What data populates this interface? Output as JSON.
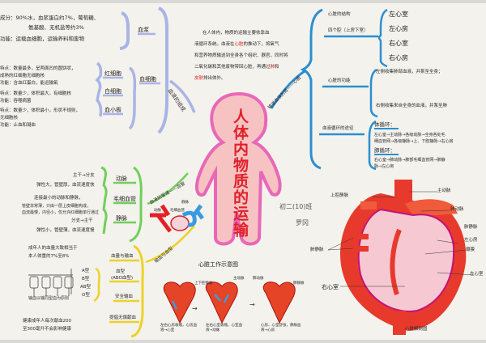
{
  "title": "人体内物质的运输",
  "intro": {
    "line1": "在人体内，物质的运输主要依靠血",
    "line2": "液循环系统。血液在",
    "highlight1": "心脏",
    "line2b": "的推动下，将氧气",
    "line3": "和营养物质输送到全身各个组织、器官，同时将",
    "line4": "二氧化碳和其他废物带回心脏，再通过",
    "highlight2": "肺",
    "line4b": "和",
    "highlight3": "皮肤",
    "line5": "排出体外。"
  },
  "blood": {
    "plasma_label": "血浆",
    "plasma_composition": "成分：90%水，血浆蛋白约7%，葡萄糖、",
    "plasma_composition2": "氨基酸、无机盐等约3%",
    "plasma_function": "功能：运载血细胞，运输养料和废物",
    "cells_label": "血细胞",
    "branch_label": "血液的组成",
    "rbc": {
      "label": "红细胞",
      "feature": "特点：数量最多，呈两面凹的圆饼状，",
      "feature2": "成熟的红细胞无细胞核",
      "function": "功能：含血红蛋白，能运输氧"
    },
    "wbc": {
      "label": "白细胞",
      "feature": "特点：数量少，体积最大，有细胞核",
      "function": "功能：吞噬病菌"
    },
    "platelet": {
      "label": "血小板",
      "feature": "特点：数量少，体积最小，形状不规则，",
      "feature2": "无细胞核",
      "function": "功能：止血和凝血"
    }
  },
  "vessels": {
    "branch_label": "血液的管道——血管",
    "artery": {
      "label": "动脉",
      "desc1": "主干→分支",
      "desc2": "弹性大，管壁厚，血流速度快"
    },
    "capillary": {
      "label": "毛细血管",
      "desc1": "连接最小的动脉和静脉，",
      "desc2": "管壁非常薄，只由一层上皮细胞构成，",
      "desc3": "血流最慢，内径小，仅允许红细胞单行通过"
    },
    "vein": {
      "label": "静脉",
      "desc1": "分支→主干",
      "desc2": "弹性小，管壁薄，血流速度慢"
    },
    "diagram_labels": [
      "动脉",
      "毛细血管",
      "静脉"
    ]
  },
  "transfusion": {
    "branch_label": "输血与血型",
    "blood_volume": {
      "label": "血量与输血",
      "desc1": "成年人的血量大致相当于",
      "desc2": "本人体重的7%至8%"
    },
    "blood_type": {
      "label": "血型",
      "label2": "(ABO血型)",
      "types": [
        "A型",
        "B型",
        "AB型",
        "O型"
      ],
      "caption": "输血以输同型血为原则"
    },
    "safe": {
      "label": "安全输血"
    },
    "donation": {
      "label": "提倡无偿献血",
      "desc1": "健康成年人每次献血200",
      "desc2": "至300毫升不会影响健康"
    }
  },
  "heart": {
    "branch_label": "输送血液的泵——心脏",
    "structure": {
      "label": "心脏的结构",
      "sub": "四个腔（上房下室）",
      "chambers": [
        "左心室",
        "左心房",
        "右心室",
        "右心房"
      ]
    },
    "function": {
      "label": "心脏的功能",
      "items": [
        "左侧收集肺部血液，并泵至全身；",
        "右侧收集来自全身的血液，并泵至肺"
      ]
    },
    "circulation": {
      "label": "血液循环的途径",
      "systemic_label": "体循环：",
      "systemic1": "左心室→主动脉→各级动脉→全身各处毛",
      "systemic2": "细血管网→各级静脉→上、下腔静脉→右心房",
      "pulmonary_label": "肺循环：",
      "pulmonary1": "右心室→肺动脉→肺部毛细血管网→肺静",
      "pulmonary2": "脉→左心房"
    },
    "working_title": "心脏工作示意图",
    "working_captions": [
      "左右心房收缩，心房血液→心室",
      "左右心室收缩，心室血液→动脉",
      "心房、心室舒张，静脉血液→心房"
    ],
    "working_labels": [
      "上下腔静脉",
      "肺静脉",
      "主动脉",
      "肺动脉"
    ],
    "cross_section_title": "心脏解剖图",
    "cross_section_labels": [
      "主动脉",
      "肺动脉",
      "上腔静脉",
      "肺静脉",
      "左心房",
      "瓣膜",
      "左心室",
      "肺静脉",
      "右心室"
    ]
  },
  "author": {
    "class": "初二(10)班",
    "name": "罗冈"
  },
  "colors": {
    "purple": "#a9b4e6",
    "blue": "#2a8fd0",
    "green": "#6fcf5a",
    "yellow": "#ecd12a",
    "red": "#e0202a",
    "pink": "#f3b9c2"
  }
}
